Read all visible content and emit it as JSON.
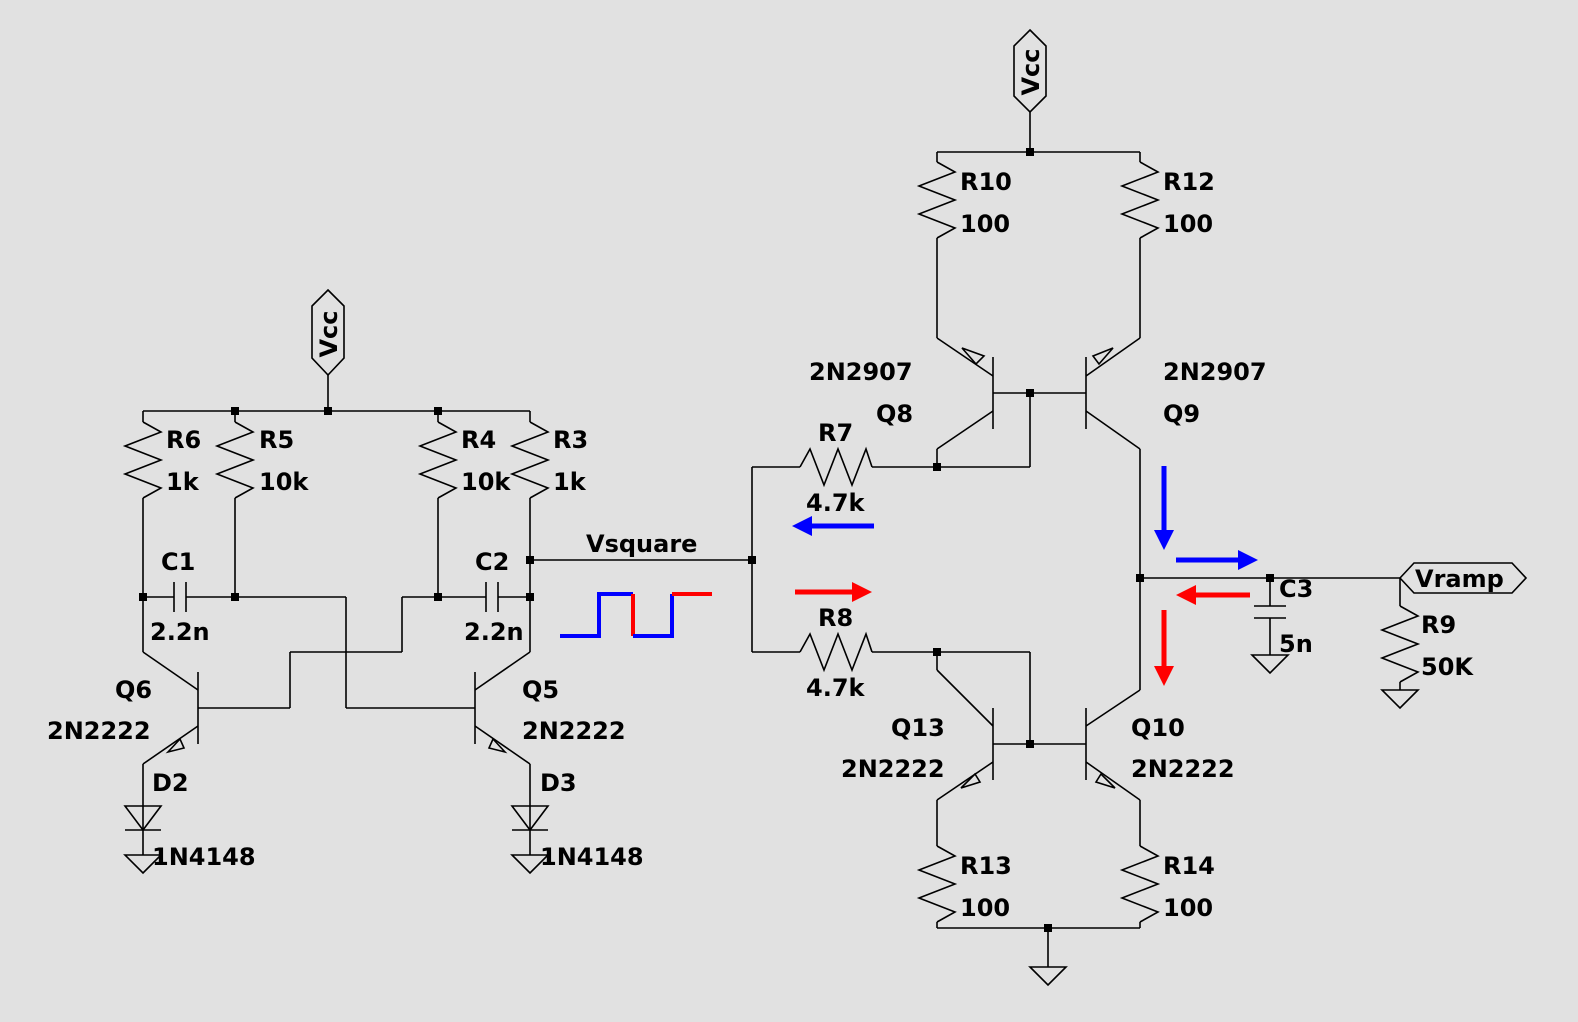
{
  "colors": {
    "background": "#e1e1e1",
    "wire": "#000000",
    "blue": "#0000ff",
    "red": "#ff0000"
  },
  "power": {
    "vcc_left": "Vcc",
    "vcc_right": "Vcc"
  },
  "nets": {
    "vsquare": "Vsquare",
    "vramp": "Vramp"
  },
  "resistors": {
    "r6": {
      "name": "R6",
      "value": "1k"
    },
    "r5": {
      "name": "R5",
      "value": "10k"
    },
    "r4": {
      "name": "R4",
      "value": "10k"
    },
    "r3": {
      "name": "R3",
      "value": "1k"
    },
    "r7": {
      "name": "R7",
      "value": "4.7k"
    },
    "r8": {
      "name": "R8",
      "value": "4.7k"
    },
    "r10": {
      "name": "R10",
      "value": "100"
    },
    "r12": {
      "name": "R12",
      "value": "100"
    },
    "r13": {
      "name": "R13",
      "value": "100"
    },
    "r14": {
      "name": "R14",
      "value": "100"
    },
    "r9": {
      "name": "R9",
      "value": "50K"
    }
  },
  "capacitors": {
    "c1": {
      "name": "C1",
      "value": "2.2n"
    },
    "c2": {
      "name": "C2",
      "value": "2.2n"
    },
    "c3": {
      "name": "C3",
      "value": "5n"
    }
  },
  "transistors": {
    "q6": {
      "name": "Q6",
      "model": "2N2222"
    },
    "q5": {
      "name": "Q5",
      "model": "2N2222"
    },
    "q8": {
      "name": "Q8",
      "model": "2N2907"
    },
    "q9": {
      "name": "Q9",
      "model": "2N2907"
    },
    "q13": {
      "name": "Q13",
      "model": "2N2222"
    },
    "q10": {
      "name": "Q10",
      "model": "2N2222"
    }
  },
  "diodes": {
    "d2": {
      "name": "D2",
      "model": "1N4148"
    },
    "d3": {
      "name": "D3",
      "model": "1N4148"
    }
  }
}
